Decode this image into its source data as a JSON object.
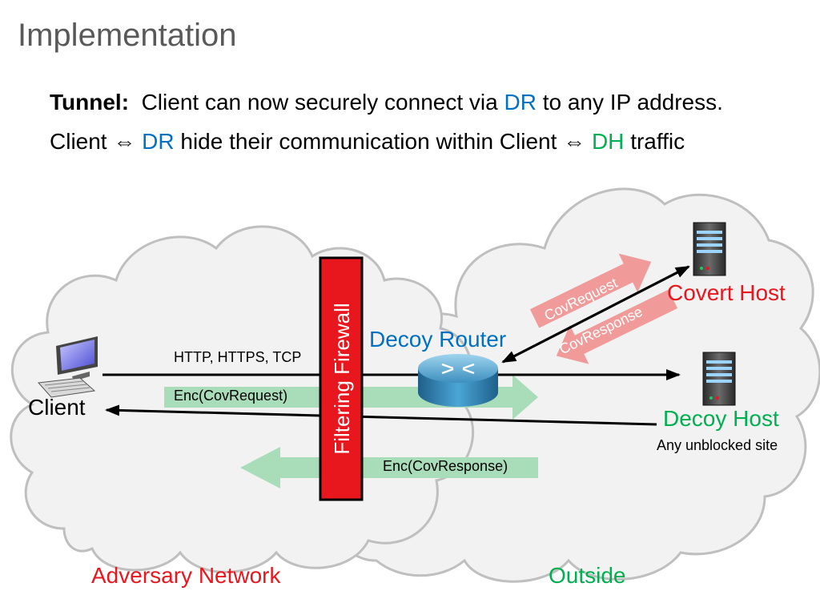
{
  "slide": {
    "title": "Implementation",
    "line1": {
      "prefix": "Tunnel:",
      "text_a": "Client can now securely connect via",
      "dr": "DR",
      "text_b": "to any IP address."
    },
    "line2": {
      "client": "Client",
      "arrow1": "⇔",
      "dr": "DR",
      "text_a": "hide their communication within Client",
      "arrow2": "⇔",
      "dh": "DH",
      "text_b": "traffic"
    }
  },
  "diagram": {
    "firewall_label": "Filtering Firewall",
    "client_label": "Client",
    "decoy_router_label": "Decoy Router",
    "covert_host_label": "Covert Host",
    "decoy_host_label": "Decoy Host",
    "decoy_host_sub": "Any unblocked site",
    "protocols_label": "HTTP, HTTPS, TCP",
    "enc_request_label": "Enc(CovRequest)",
    "enc_response_label": "Enc(CovResponse)",
    "cov_request_label": "CovRequest",
    "cov_response_label": "CovResponse",
    "adversary_label": "Adversary Network",
    "outside_label": "Outside",
    "colors": {
      "firewall": "#e8161d",
      "blue": "#0070c0",
      "green": "#00b050",
      "red": "#e8161d",
      "green_arrow": "#a9dcb9",
      "pink_arrow": "#f19a9a"
    }
  }
}
